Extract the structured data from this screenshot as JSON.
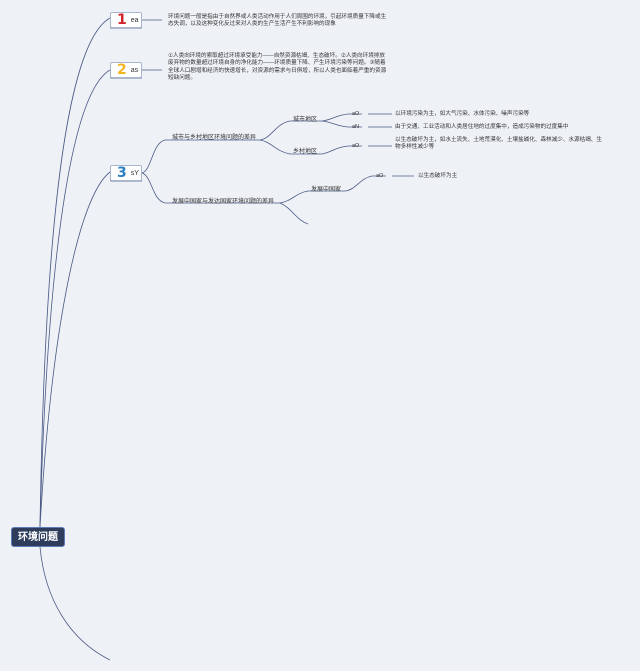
{
  "root": {
    "label": "环境问题"
  },
  "branches": [
    {
      "number": "1",
      "color": "#d2232a",
      "tag": "ea",
      "text": "环境问题一般是指由于自然界或人类活动作用于人们周围的环境，引起环境质量下降或生态失调，以及这种变化反过来对人类的生产生活产生不利影响的现象"
    },
    {
      "number": "2",
      "color": "#f2b51f",
      "tag": "as",
      "text": "①人类向环境的索取超过环境承受能力——自然资源枯竭、生态破坏。②人类向环境排放废弃物的数量超过环境自身的净化能力——环境质量下降、产生环境污染等问题。③随着全球人口剧增和经济的快速增长，对资源的需求与日俱增，所以人类也面临着严重的资源短缺问题。"
    },
    {
      "number": "3",
      "color": "#2b7fc4",
      "tag": "sY"
    }
  ],
  "branch3": {
    "urban_rural": {
      "label": "城市与乡村地区环境问题的差异",
      "city": {
        "label": "城市地区",
        "items": [
          {
            "tag": "aO",
            "text": "以环境污染为主，如大气污染、水体污染、噪声污染等"
          },
          {
            "tag": "aN",
            "text": "由于交通、工业活动和人类居住地的过度集中，造成污染物的过度集中"
          }
        ]
      },
      "rural": {
        "label": "乡村地区",
        "items": [
          {
            "tag": "aO",
            "text": "以生态破坏为主，如水土流失、土地荒漠化、土壤盐碱化、森林减少、水源枯竭、生物多样性减少等"
          }
        ]
      }
    },
    "dev_countries": {
      "label": "发展中国家与发达国家环境问题的差异",
      "developing": {
        "label": "发展中国家",
        "items": [
          {
            "tag": "aO",
            "text": "以生态破坏为主"
          }
        ]
      }
    }
  },
  "colors": {
    "line": "#4a5a86",
    "root_bg": "#2f3d5c"
  }
}
